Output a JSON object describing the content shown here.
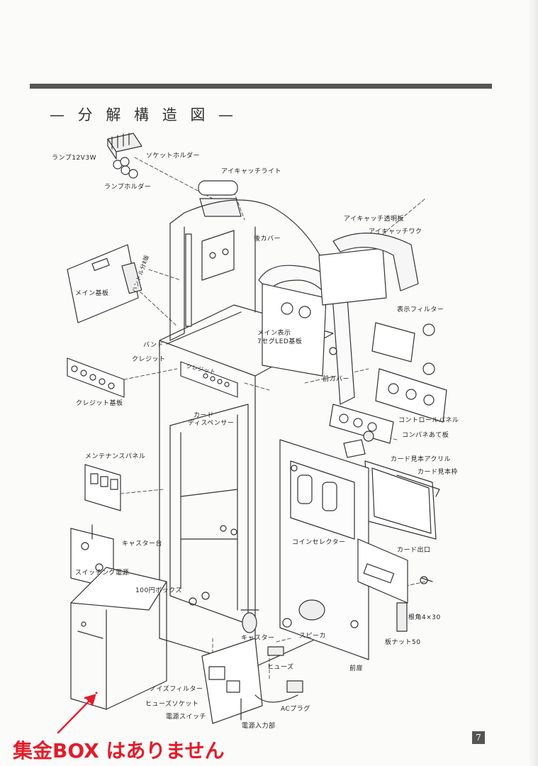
{
  "section_title": "— 分 解 構 造 図 —",
  "labels": {
    "lamp": "ランプ12V3W",
    "socket_holder": "ソケットホルダー",
    "lamp_holder": "ランプホルダー",
    "eyecatch_light": "アイキャッチライト",
    "eyecatch_clear_plate": "アイキャッチ透明板",
    "eyecatch_frame": "アイキャッチワク",
    "rear_cover": "後カバー",
    "main_board": "メイン基板",
    "display_filter": "表示フィルター",
    "main_display": "メイン表示",
    "seg_led_board": "7セグLED基板",
    "band": "バンド",
    "credit": "クレジット",
    "front_cover": "前カバー",
    "credit_board": "クレジット基板",
    "card_dispenser_1": "カード",
    "card_dispenser_2": "ディスペンサー",
    "control_panel": "コントロールパネル",
    "control_panel_backing": "コンパネあて板",
    "card_sample_acrylic": "カード見本アクリル",
    "card_sample_frame": "カード見本枠",
    "maintenance_panel": "メンテナンスパネル",
    "caster_base": "キャスター台",
    "coin_selector": "コインセレクター",
    "card_exit": "カード出口",
    "switching_power": "スイッチング電源",
    "box_100yen": "100円ボックス",
    "bolt": "根角4×30",
    "speaker": "スピーカ",
    "caster": "キャスター",
    "plate_nut": "板ナット50",
    "fuse": "ヒューズ",
    "front_door": "前扉",
    "noise_filter": "ノイズフィルター",
    "fuse_socket": "ヒューズソケット",
    "ac_plug": "ACプラグ",
    "power_switch": "電源スイッチ",
    "power_input": "電源入力部"
  },
  "board_handwriting": "ハンドル分Ⅱ版",
  "credit_handwriting": "クレジット",
  "notice": "集金BOX はありません",
  "page_number": "7"
}
